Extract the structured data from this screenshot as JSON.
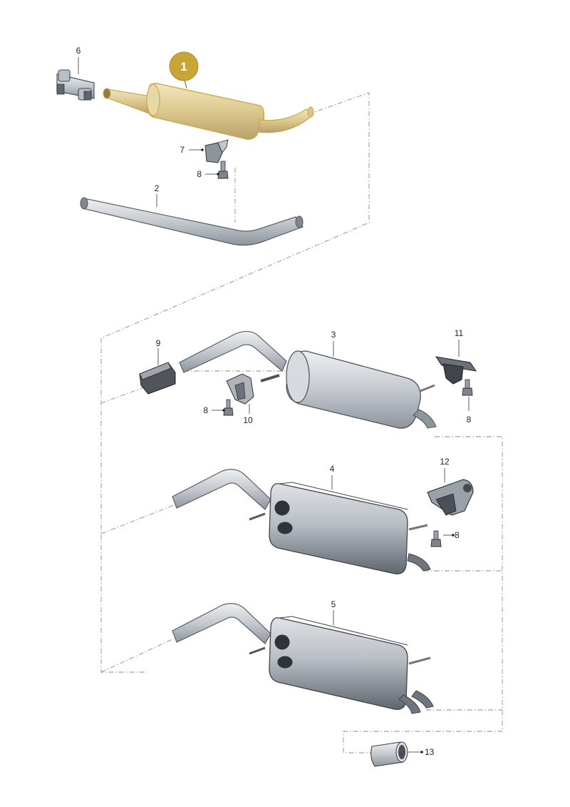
{
  "callouts": {
    "c1": "1",
    "c2": "2",
    "c3": "3",
    "c4": "4",
    "c5": "5",
    "c6": "6",
    "c7": "7",
    "c8a": "8",
    "c8b": "8",
    "c8c": "8",
    "c8d": "8",
    "c9": "9",
    "c10": "10",
    "c11": "11",
    "c12": "12",
    "c13": "13"
  },
  "colors": {
    "highlight": "#c9a845",
    "highlight_fill": "#e2cf96",
    "badge": "#c9a437",
    "metal": "#c7ccd2",
    "metal_dark": "#7d848c",
    "dash": "#8a8a8a"
  }
}
